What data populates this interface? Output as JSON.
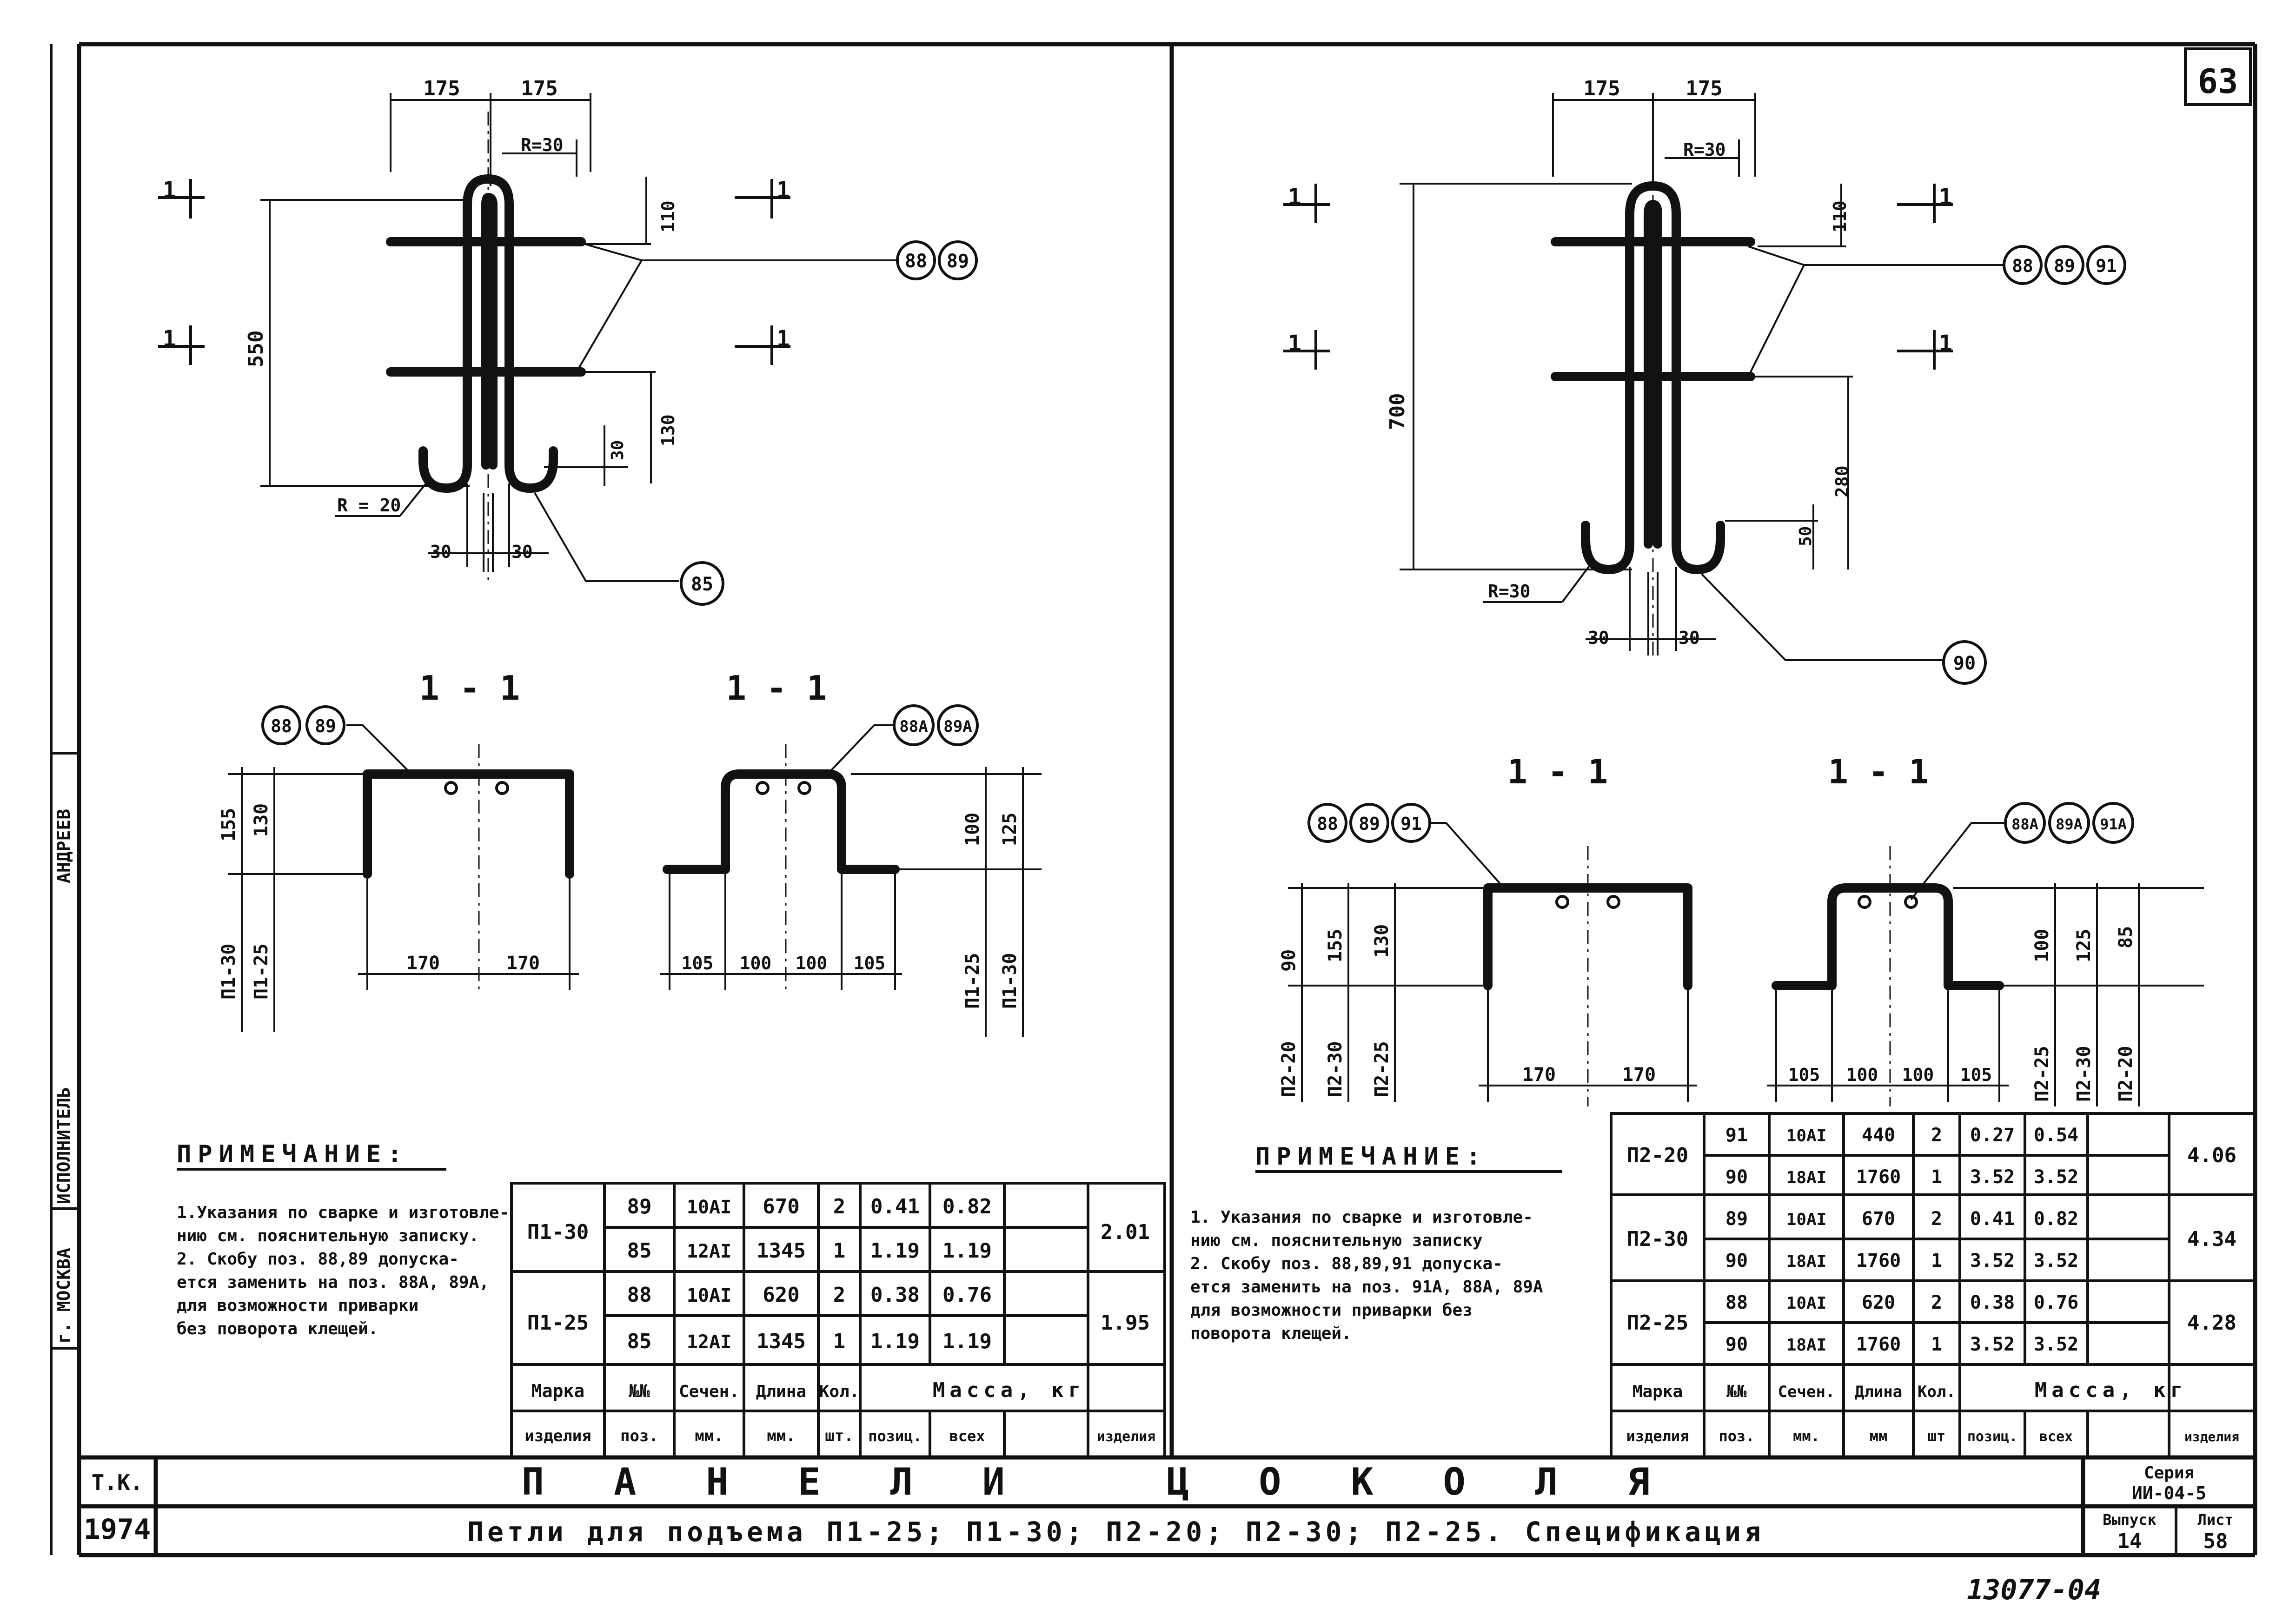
{
  "sheet_number": "63",
  "left_side_labels": {
    "city": "г. МОСКВА",
    "executor_label": "ИСПОЛНИТЕЛЬ",
    "surname": "АНДРЕЕВ"
  },
  "left_drawing": {
    "dims_top": [
      "175",
      "175"
    ],
    "radius_top": "R=30",
    "dim_110": "110",
    "dim_550": "550",
    "dim_130": "130",
    "dim_30": "30",
    "radius_hook": "R = 20",
    "dim_30_left": "30",
    "dim_30_right": "30",
    "section_mark": "1",
    "callout_bars": [
      "88",
      "89"
    ],
    "callout_hook": "85",
    "section_title_a": "1 - 1",
    "section_title_b": "1 - 1",
    "sec_a_callouts": [
      "88",
      "89"
    ],
    "sec_a_dims": [
      "155",
      "130"
    ],
    "sec_a_marks": [
      "П1-30",
      "П1-25"
    ],
    "sec_a_bottom": [
      "170",
      "170"
    ],
    "sec_b_callouts": [
      "88А",
      "89А"
    ],
    "sec_b_dims": [
      "100",
      "125"
    ],
    "sec_b_marks": [
      "П1-25",
      "П1-30"
    ],
    "sec_b_bottom": [
      "105",
      "100",
      "100",
      "105"
    ]
  },
  "right_drawing": {
    "dims_top": [
      "175",
      "175"
    ],
    "radius_top": "R=30",
    "dim_110": "110",
    "dim_700": "700",
    "dim_280": "280",
    "dim_50": "50",
    "radius_hook": "R=30",
    "dim_30_left": "30",
    "dim_30_right": "30",
    "section_mark": "1",
    "callout_bars": [
      "88",
      "89",
      "91"
    ],
    "callout_hook": "90",
    "section_title_a": "1 - 1",
    "section_title_b": "1 - 1",
    "sec_a_callouts": [
      "88",
      "89",
      "91"
    ],
    "sec_a_dims": [
      "90",
      "155",
      "130"
    ],
    "sec_a_marks": [
      "П2-20",
      "П2-30",
      "П2-25"
    ],
    "sec_a_bottom": [
      "170",
      "170"
    ],
    "sec_b_callouts": [
      "88А",
      "89А",
      "91А"
    ],
    "sec_b_dims": [
      "100",
      "125",
      "85"
    ],
    "sec_b_marks": [
      "П2-25",
      "П2-30",
      "П2-20"
    ],
    "sec_b_bottom": [
      "105",
      "100",
      "100",
      "105"
    ]
  },
  "note_left": {
    "title": "ПРИМЕЧАНИЕ:",
    "lines": [
      "1.Указания по сварке и изготовле-",
      "нию см. пояснительную записку.",
      "2. Скобу поз. 88,89 допуска-",
      "ется заменить на поз. 88А, 89А,",
      "для возможности приварки",
      "без поворота клещей."
    ]
  },
  "note_right": {
    "title": "ПРИМЕЧАНИЕ:",
    "lines": [
      "1. Указания по сварке и изготовле-",
      "нию см. пояснительную записку",
      "2. Скобу поз. 88,89,91 допуска-",
      "ется заменить на поз. 91А, 88А, 89А",
      "для возможности приварки без",
      "поворота клещей."
    ]
  },
  "table_left": {
    "rows": [
      {
        "mark": "П1-30",
        "pos": "89",
        "sec": "10АI",
        "len": "670",
        "qty": "2",
        "mpos": "0.41",
        "mall": "0.82",
        "mitem": "2.01"
      },
      {
        "mark": "",
        "pos": "85",
        "sec": "12АI",
        "len": "1345",
        "qty": "1",
        "mpos": "1.19",
        "mall": "1.19",
        "mitem": ""
      },
      {
        "mark": "П1-25",
        "pos": "88",
        "sec": "10АI",
        "len": "620",
        "qty": "2",
        "mpos": "0.38",
        "mall": "0.76",
        "mitem": "1.95"
      },
      {
        "mark": "",
        "pos": "85",
        "sec": "12АI",
        "len": "1345",
        "qty": "1",
        "mpos": "1.19",
        "mall": "1.19",
        "mitem": ""
      }
    ],
    "header1": [
      "Марка",
      "№№",
      "Сечен.",
      "Длина",
      "Кол.",
      "Масса, кг"
    ],
    "header2": [
      "изделия",
      "поз.",
      "мм.",
      "мм.",
      "шт.",
      "позиц.",
      "всех",
      "изделия"
    ]
  },
  "table_right": {
    "rows": [
      {
        "mark": "П2-20",
        "pos": "91",
        "sec": "10АI",
        "len": "440",
        "qty": "2",
        "mpos": "0.27",
        "mall": "0.54",
        "mitem": "4.06"
      },
      {
        "mark": "",
        "pos": "90",
        "sec": "18АI",
        "len": "1760",
        "qty": "1",
        "mpos": "3.52",
        "mall": "3.52",
        "mitem": ""
      },
      {
        "mark": "П2-30",
        "pos": "89",
        "sec": "10АI",
        "len": "670",
        "qty": "2",
        "mpos": "0.41",
        "mall": "0.82",
        "mitem": "4.34"
      },
      {
        "mark": "",
        "pos": "90",
        "sec": "18АI",
        "len": "1760",
        "qty": "1",
        "mpos": "3.52",
        "mall": "3.52",
        "mitem": ""
      },
      {
        "mark": "П2-25",
        "pos": "88",
        "sec": "10АI",
        "len": "620",
        "qty": "2",
        "mpos": "0.38",
        "mall": "0.76",
        "mitem": "4.28"
      },
      {
        "mark": "",
        "pos": "90",
        "sec": "18АI",
        "len": "1760",
        "qty": "1",
        "mpos": "3.52",
        "mall": "3.52",
        "mitem": ""
      }
    ],
    "header1": [
      "Марка",
      "№№",
      "Сечен.",
      "Длина",
      "Кол.",
      "Масса, кг"
    ],
    "header2": [
      "изделия",
      "поз.",
      "мм.",
      "мм",
      "шт",
      "позиц.",
      "всех",
      "изделия"
    ]
  },
  "title_block": {
    "code": "Т.К.",
    "year": "1974",
    "title": "ПАНЕЛИ ЦОКОЛЯ",
    "subtitle": "Петли для подъема П1-25; П1-30; П2-20; П2-30; П2-25. Спецификация",
    "series_label": "Серия",
    "series_value": "ИИ-04-5",
    "issue_label": "Выпуск",
    "issue_value": "14",
    "sheet_label": "Лист",
    "sheet_value": "58"
  },
  "stamp_number": "13077-04"
}
